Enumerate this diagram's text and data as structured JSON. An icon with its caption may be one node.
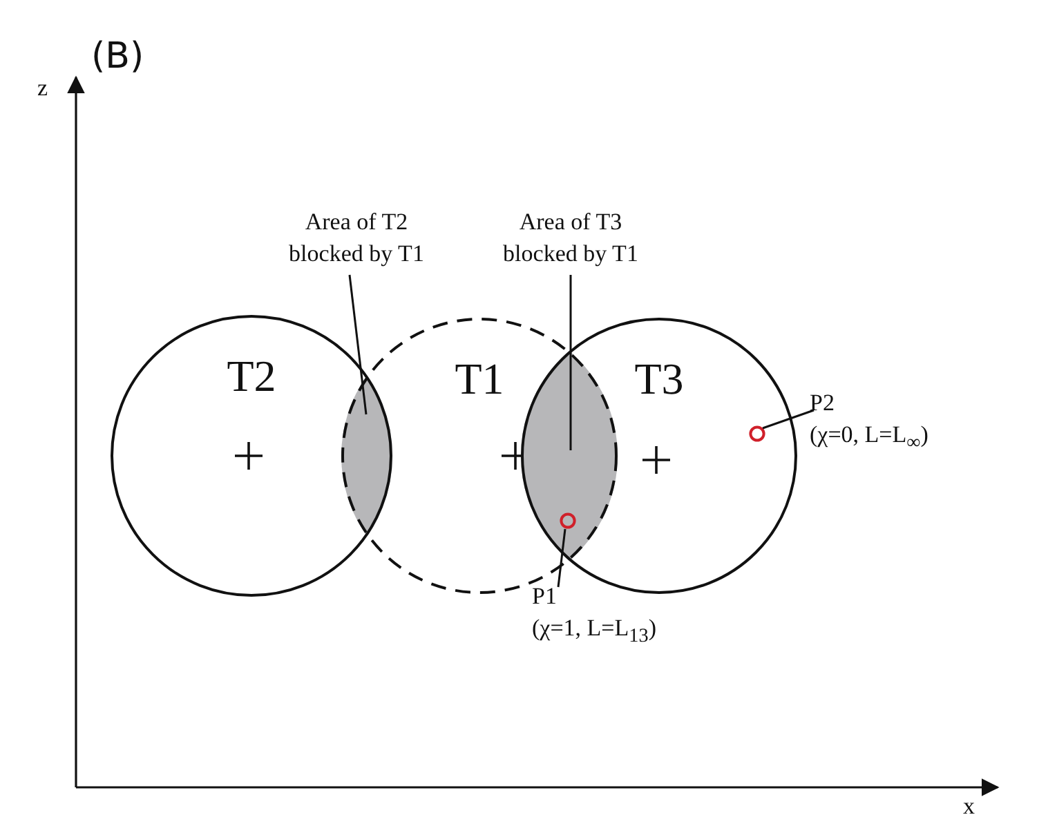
{
  "diagram": {
    "nodes": [
      {
        "text": [
          "T2"
        ]
      },
      {
        "text": [
          "T1"
        ]
      },
      {
        "text": [
          "T3"
        ]
      },
      {
        "text": [],
        "shape": "lens"
      },
      {
        "text": [],
        "shape": "lens"
      },
      {
        "text": [],
        "shape": "circle",
        "in": 4
      },
      {
        "text": [],
        "shape": "circle",
        "in": 2
      },
      {
        "text": [
          "Area of T2 blocked by T1"
        ]
      },
      {
        "text": [
          "Area of T3 blocked by T1"
        ]
      },
      {
        "text": [
          "P2",
          "(χ=0, L=L$_{∞}$)"
        ]
      },
      {
        "text": [
          "P1",
          "(χ=1, L=L$_{13}$)"
        ]
      }
    ],
    "edges": [
      {
        "from": 7,
        "to": 3,
        "arrow": "none"
      },
      {
        "from": 8,
        "to": 4,
        "arrow": "none"
      },
      {
        "from": 9,
        "to": 6,
        "arrow": "none"
      },
      {
        "from": 10,
        "to": 5,
        "arrow": "none"
      }
    ],
    "labels": [
      "(B)",
      "z",
      "x"
    ]
  }
}
